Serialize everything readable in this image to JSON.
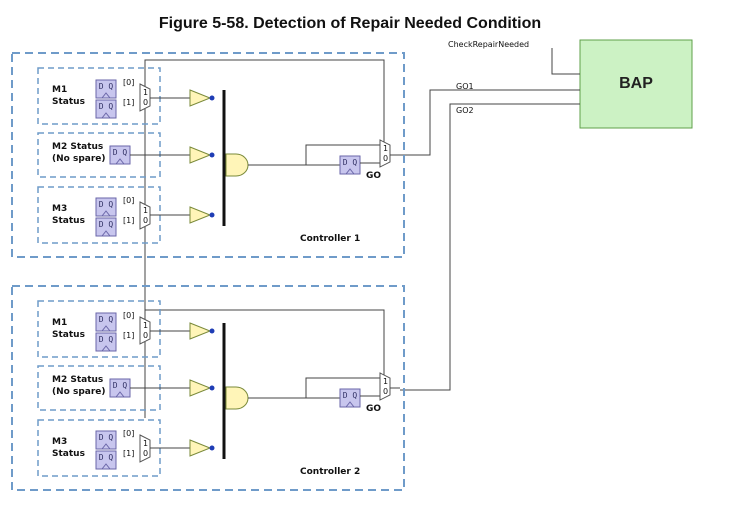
{
  "title": "Figure 5-58. Detection of Repair Needed Condition",
  "bap": {
    "label": "BAP",
    "fill": "#ccf2c4",
    "stroke": "#5fa04a"
  },
  "signals": {
    "check_repair_needed": "CheckRepairNeeded",
    "go1": "GO1",
    "go2": "GO2"
  },
  "colors": {
    "flipflop": "#c8c6ee",
    "buffer": "#fff5b8",
    "and_gate": "#fff5b8",
    "dot": "#1f3db5",
    "dash": "#6f9bc9"
  },
  "flipflop": {
    "label": "D Q"
  },
  "mux": {
    "in1": "1",
    "in0": "0"
  },
  "controllers": [
    {
      "label": "Controller 1",
      "go_label": "GO",
      "m1": {
        "line1": "M1",
        "line2": "Status",
        "bit0": "[0]",
        "bit1": "[1]"
      },
      "m2": {
        "line1": "M2 Status",
        "line2": "(No spare)"
      },
      "m3": {
        "line1": "M3",
        "line2": "Status",
        "bit0": "[0]",
        "bit1": "[1]"
      }
    },
    {
      "label": "Controller 2",
      "go_label": "GO",
      "m1": {
        "line1": "M1",
        "line2": "Status",
        "bit0": "[0]",
        "bit1": "[1]"
      },
      "m2": {
        "line1": "M2 Status",
        "line2": "(No spare)"
      },
      "m3": {
        "line1": "M3",
        "line2": "Status",
        "bit0": "[0]",
        "bit1": "[1]"
      }
    }
  ]
}
